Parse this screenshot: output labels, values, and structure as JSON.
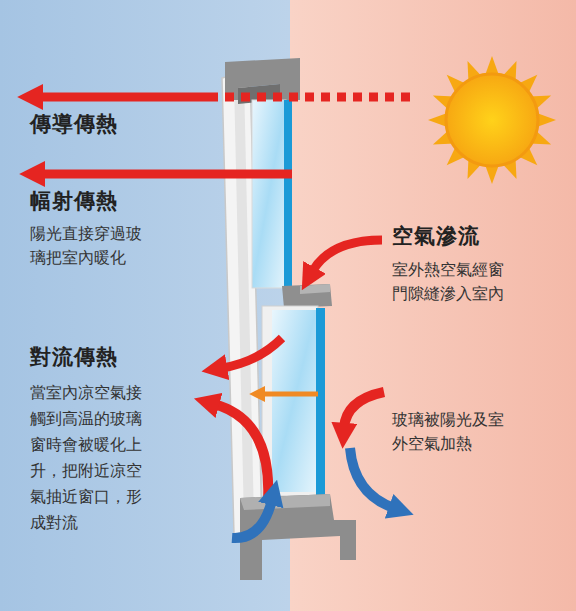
{
  "diagram": {
    "labels": [
      "傳導傳熱",
      "幅射傳熱",
      "陽光直接穿過玻 璃把室內暖化",
      "空氣滲流",
      "室外熱空氣經窗 門隙縫滲入室內",
      "對流傳熱",
      "當室內凉空氣接 觸到高温的玻璃 窗時會被暖化上 升，把附近凉空 氣抽近窗口，形 成對流",
      "玻璃被陽光及室 外空氣加熱"
    ]
  }
}
